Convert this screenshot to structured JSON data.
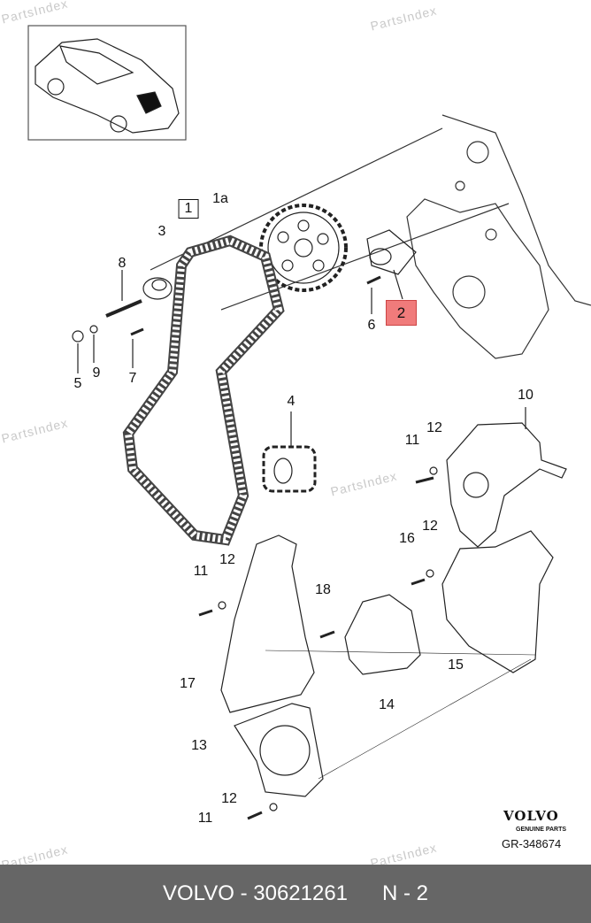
{
  "watermark": "PartsIndex",
  "brand": {
    "logo": "VOLVO",
    "tagline": "GENUINE PARTS",
    "diagram_no": "GR-348674"
  },
  "callouts": {
    "c1": "1",
    "c1a": "1a",
    "c2": "2",
    "c3": "3",
    "c4": "4",
    "c5": "5",
    "c6": "6",
    "c7": "7",
    "c8": "8",
    "c9": "9",
    "c10": "10",
    "c11a": "11",
    "c12a": "12",
    "c16": "16",
    "c12b": "12",
    "c15": "15",
    "c11b": "11",
    "c12c": "12",
    "c18": "18",
    "c17": "17",
    "c14": "14",
    "c13": "13",
    "c12d": "12",
    "c11c": "11"
  },
  "highlight_color": "#f07b7b",
  "footer": {
    "part": "VOLVO - 30621261",
    "position": "N - 2"
  }
}
